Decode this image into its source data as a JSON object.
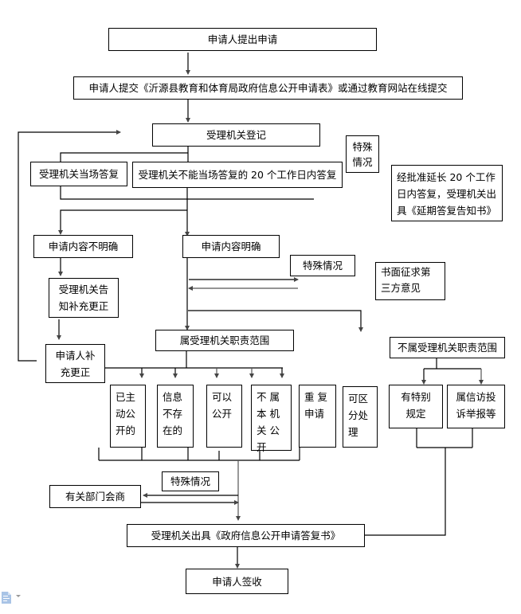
{
  "flowchart": {
    "nodes": {
      "apply": "申请人提出申请",
      "submit": "申请人提交《沂源县教育和体育局政府信息公开申请表》或通过教育网站在线提交",
      "register": "受理机关登记",
      "reply_onsite": "受理机关当场答复",
      "reply_20days": "受理机关不能当场答复的 20 个工作日内答复",
      "special_1": "特殊\n情况",
      "extend": "经批准延长 20 个工作\n日内答复，受理机关出\n具《延期答复告知书》",
      "unclear": "申请内容不明确",
      "clear": "申请内容明确",
      "notify_correct": "受理机关告\n知补充更正",
      "applicant_correct": "申请人补\n充更正",
      "special_2": "特殊情况",
      "third_party": "书面征求第\n三方意见",
      "in_scope": "属受理机关职责范围",
      "out_scope": "不属受理机关职责范围",
      "disclosed": "已主\n动公\n开的",
      "not_exist": "信息\n不存\n在的",
      "can_disclose": "可以\n公开",
      "not_agency": "不 属\n本 机\n关 公\n开",
      "repeat": "重 复\n申请",
      "separable": "可区\n分处\n理",
      "special_rule": "有特别\n规定",
      "petition": "属信访投\n诉举报等",
      "special_3": "特殊情况",
      "consult": "有关部门会商",
      "issue_reply": "受理机关出具《政府信息公开申请答复书》",
      "sign": "申请人签收"
    }
  },
  "toolbar": {
    "paste_options_icon": "document-icon"
  },
  "colors": {
    "line": "#000000",
    "arrow_gray": "#555555",
    "icon_blue": "#a9c4e6"
  }
}
